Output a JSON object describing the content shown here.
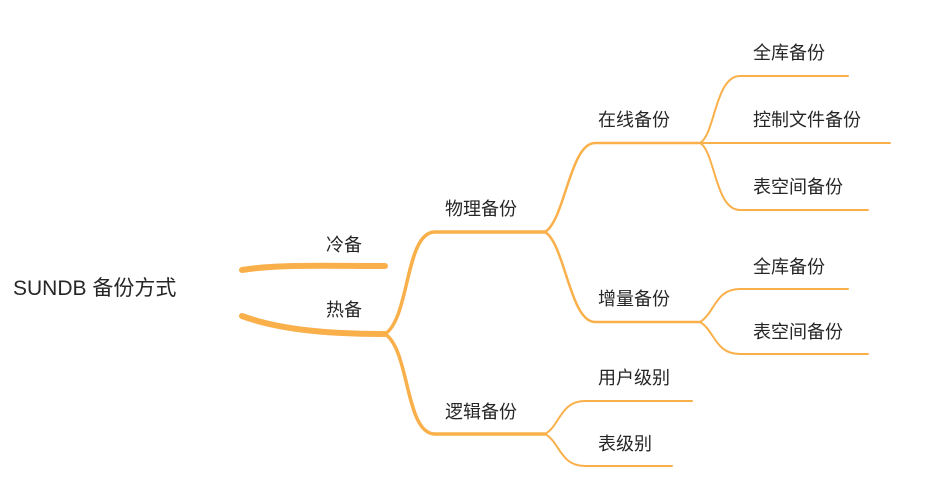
{
  "diagram": {
    "accent_color": "#F9B04A",
    "text_color": "#262626",
    "root": {
      "label": "SUNDB 备份方式"
    },
    "nodes": {
      "cold_backup": "冷备",
      "hot_backup": "热备",
      "physical_backup": "物理备份",
      "logical_backup": "逻辑备份",
      "online_backup": "在线备份",
      "incremental_backup": "增量备份",
      "online_full_backup": "全库备份",
      "control_file_backup": "控制文件备份",
      "online_tablespace_backup": "表空间备份",
      "incremental_full_backup": "全库备份",
      "incremental_tablespace_backup": "表空间备份",
      "user_level": "用户级别",
      "table_level": "表级别"
    }
  }
}
